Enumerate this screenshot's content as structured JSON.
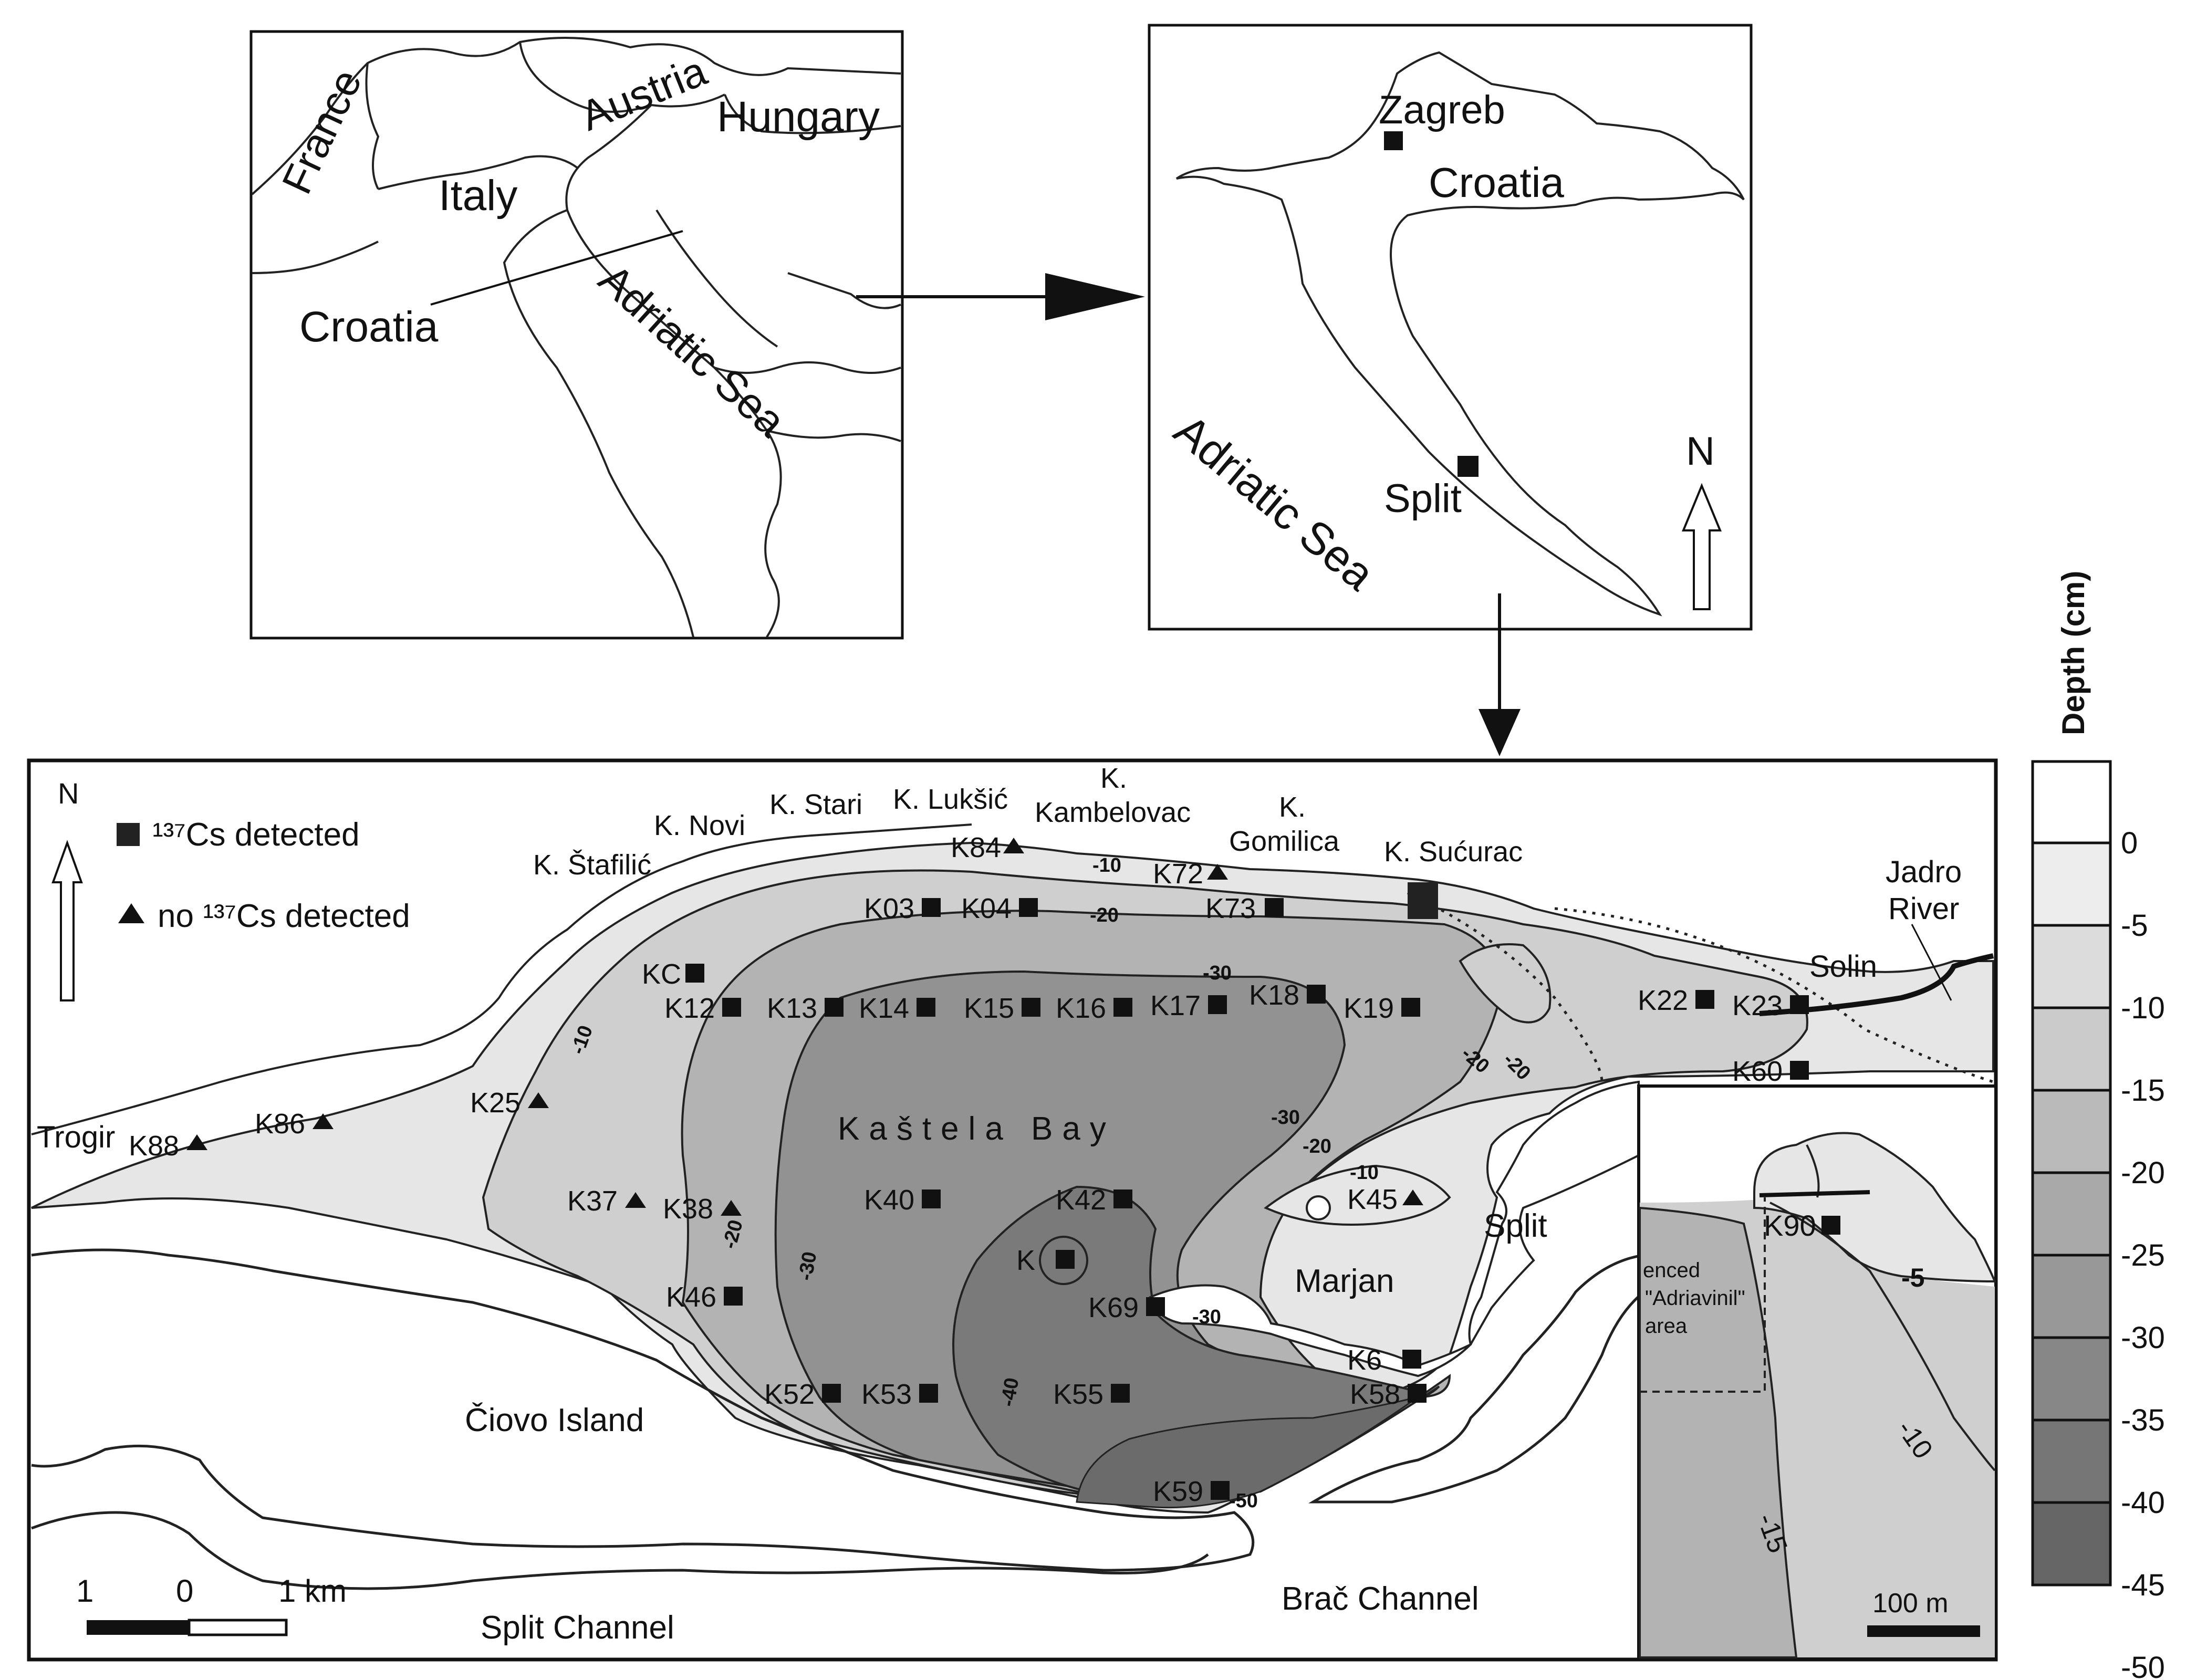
{
  "europe_map": {
    "countries": [
      "France",
      "Austria",
      "Hungary",
      "Italy"
    ],
    "croatia_label": "Croatia",
    "sea_label": "Adriatic Sea"
  },
  "croatia_map": {
    "cities": [
      "Zagreb",
      "Split"
    ],
    "country_label": "Croatia",
    "sea_label": "Adriatic Sea",
    "north_label": "N"
  },
  "bay_map": {
    "north_label": "N",
    "legend": {
      "detected_label": "¹³⁷Cs detected",
      "not_detected_label": "no ¹³⁷Cs detected"
    },
    "places": {
      "k_stafilic": "K. Štafilić",
      "k_novi": "K. Novi",
      "k_stari": "K. Stari",
      "k_luksic": "K. Lukšić",
      "k_kambelovac": [
        "K.",
        "Kambelovac"
      ],
      "k_gomilica": [
        "K.",
        "Gomilica"
      ],
      "k_sucurac": "K. Sućurac",
      "jadro_river": [
        "Jadro",
        "River"
      ],
      "solin": "Solin",
      "trogir": "Trogir",
      "bay": "Kaštela Bay",
      "split": "Split",
      "marjan": "Marjan",
      "ciovo": "Čiovo Island",
      "split_channel": "Split Channel",
      "brac_channel": "Brač Channel"
    },
    "scale": {
      "left": "1",
      "mid": "0",
      "right": "1 km"
    },
    "contour_labels": [
      "-10",
      "-20",
      "-30",
      "-20",
      "-30",
      "-20",
      "-10",
      "-30",
      "-20",
      "-30",
      "-40",
      "-50",
      "-20",
      "-10"
    ],
    "stations_detected": [
      "K03",
      "K04",
      "K73",
      "KC",
      "K12",
      "K13",
      "K14",
      "K15",
      "K16",
      "K17",
      "K18",
      "K19",
      "K22",
      "K23",
      "K60",
      "K40",
      "K42",
      "K",
      "K46",
      "K69",
      "K52",
      "K53",
      "K55",
      "K6",
      "K58",
      "K59"
    ],
    "stations_not_detected": [
      "K84",
      "K72",
      "K25",
      "K86",
      "K88",
      "K37",
      "K38",
      "K45"
    ]
  },
  "inset_map": {
    "area_label": [
      "enced",
      "\"Adriavinil\"",
      "area"
    ],
    "station": "K90",
    "contours": [
      "-5",
      "-10",
      "-15"
    ],
    "scale": "100 m"
  },
  "depth_legend": {
    "title": "Depth (cm)",
    "ticks": [
      "0",
      "-5",
      "-10",
      "-15",
      "-20",
      "-25",
      "-30",
      "-35",
      "-40",
      "-45",
      "-50"
    ],
    "colors": [
      "#ffffff",
      "#ededed",
      "#dcdcdc",
      "#cbcbcb",
      "#bababa",
      "#a9a9a9",
      "#989898",
      "#878787",
      "#767676",
      "#666666"
    ]
  }
}
